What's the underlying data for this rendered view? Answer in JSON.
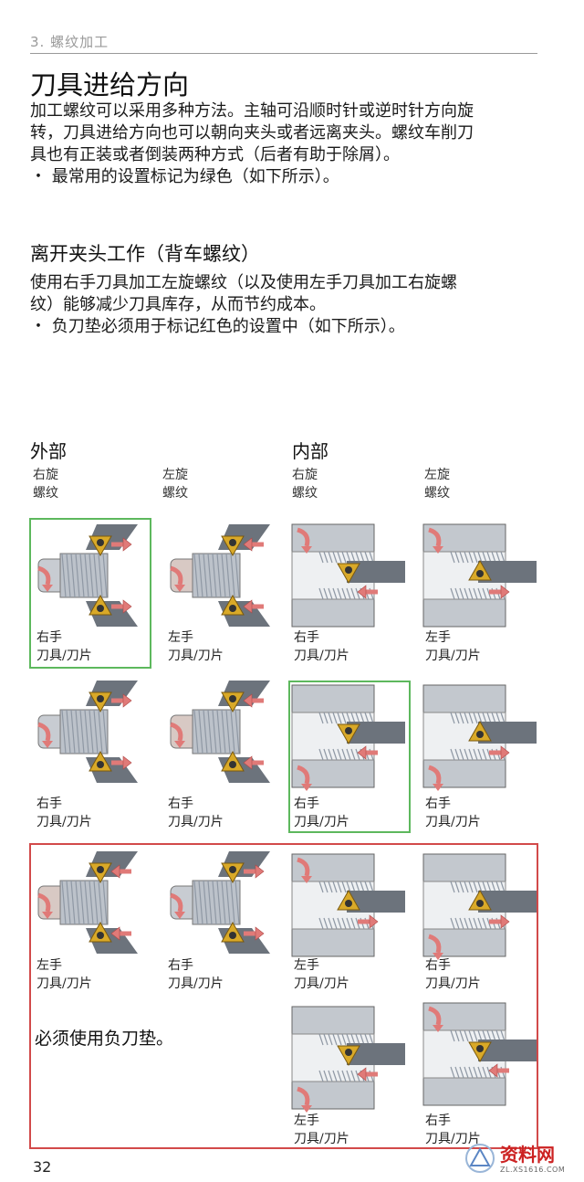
{
  "header": {
    "chapter": "3.  螺纹加工"
  },
  "title": "刀具进给方向",
  "intro_lines": [
    "加工螺纹可以采用多种方法。主轴可沿顺时针或逆时针方向旋",
    "转，刀具进给方向也可以朝向夹头或者远离夹头。螺纹车削刀",
    "具也有正装或者倒装两种方式（后者有助于除屑）。",
    "・ 最常用的设置标记为绿色（如下所示）。"
  ],
  "section2": {
    "title": "离开夹头工作（背车螺纹）",
    "lines": [
      "使用右手刀具加工左旋螺纹（以及使用左手刀具加工右旋螺",
      "纹）能够减少刀具库存，从而节约成本。",
      "・ 负刀垫必须用于标记红色的设置中（如下所示）。"
    ]
  },
  "columns": {
    "external": "外部",
    "internal": "内部",
    "subheads": [
      [
        "右旋",
        "螺纹"
      ],
      [
        "左旋",
        "螺纹"
      ],
      [
        "右旋",
        "螺纹"
      ],
      [
        "左旋",
        "螺纹"
      ]
    ]
  },
  "captions": {
    "right_hand": [
      "右手",
      "刀具/刀片"
    ],
    "left_hand": [
      "左手",
      "刀具/刀片"
    ]
  },
  "negative_shim_note": "必须使用负刀垫。",
  "page_number": "32",
  "watermark": {
    "text": "资料网",
    "url": "ZL.XS1616.COM"
  },
  "colors": {
    "green_highlight": "#5db85d",
    "red_highlight": "#d24a4a",
    "arrow": "#e07a78",
    "insert": "#d9a928"
  }
}
